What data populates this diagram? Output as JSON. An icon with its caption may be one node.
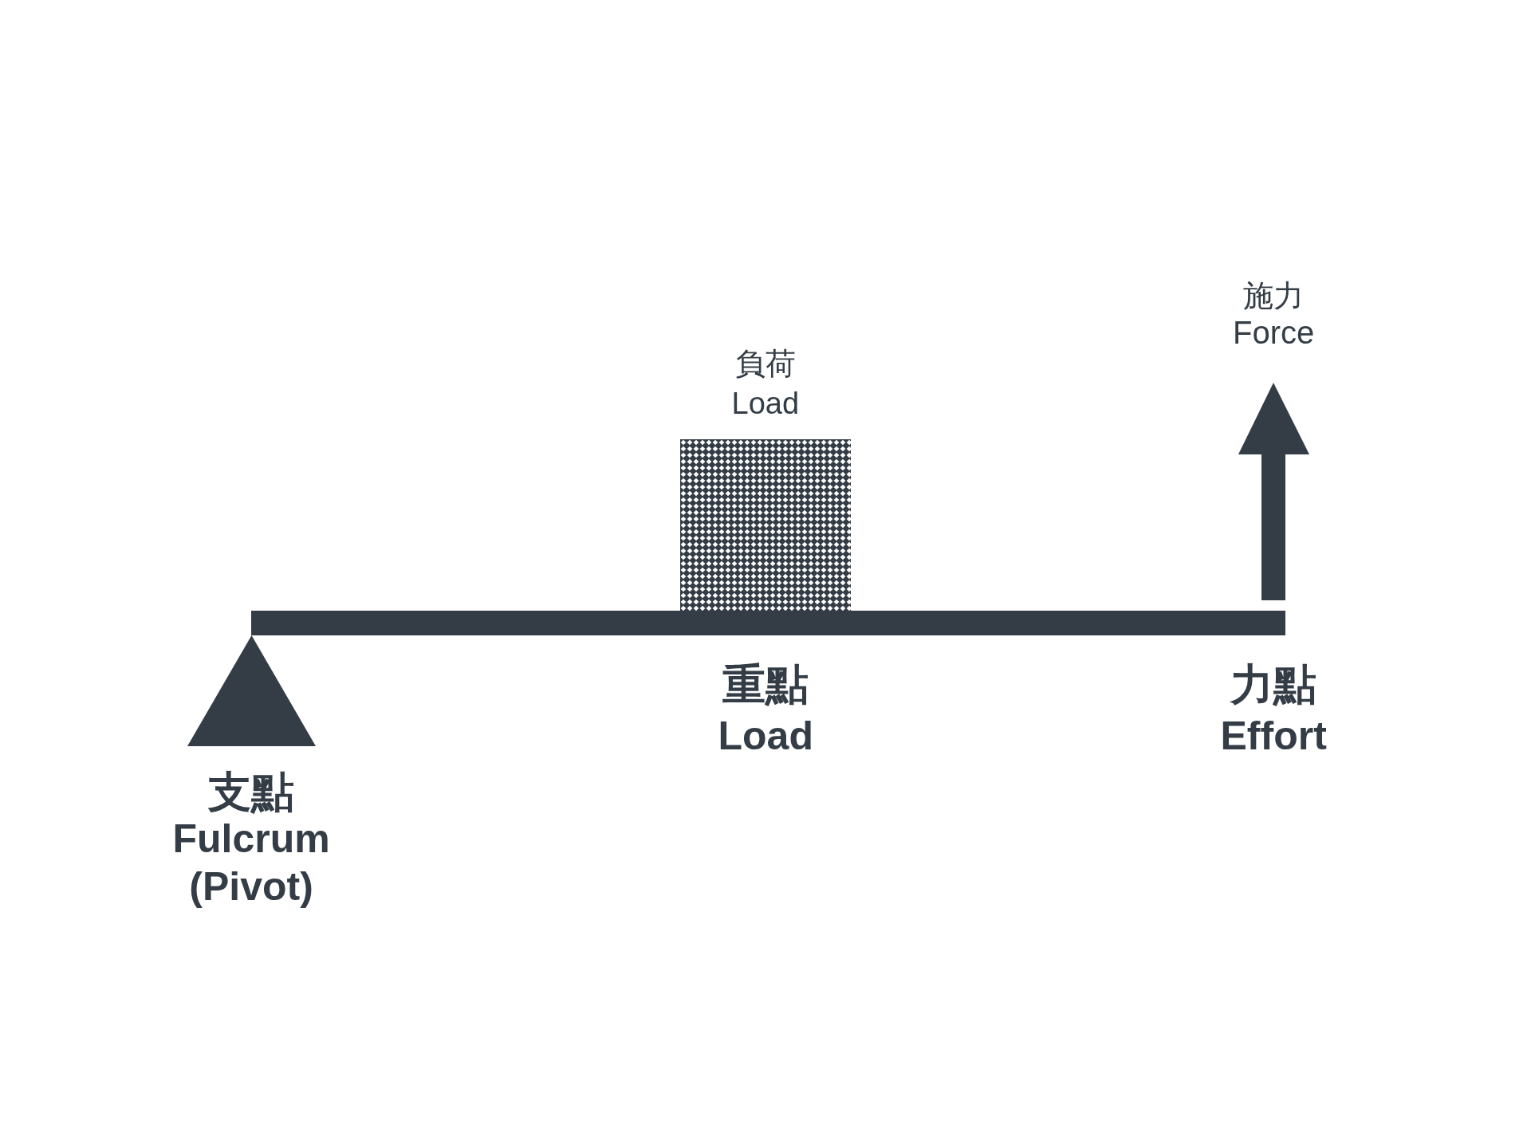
{
  "diagram": {
    "nodes": [
      {
        "text": [
          "負荷",
          "Load"
        ]
      },
      {
        "text": [],
        "shape": "bar"
      },
      {
        "text": [],
        "shape": "triangle",
        "beside": [
          "支點",
          "Fulcrum (Pivot)"
        ]
      }
    ],
    "labels": [
      "施力",
      "Force",
      "重點",
      "Load",
      "力點",
      "Effort"
    ]
  }
}
